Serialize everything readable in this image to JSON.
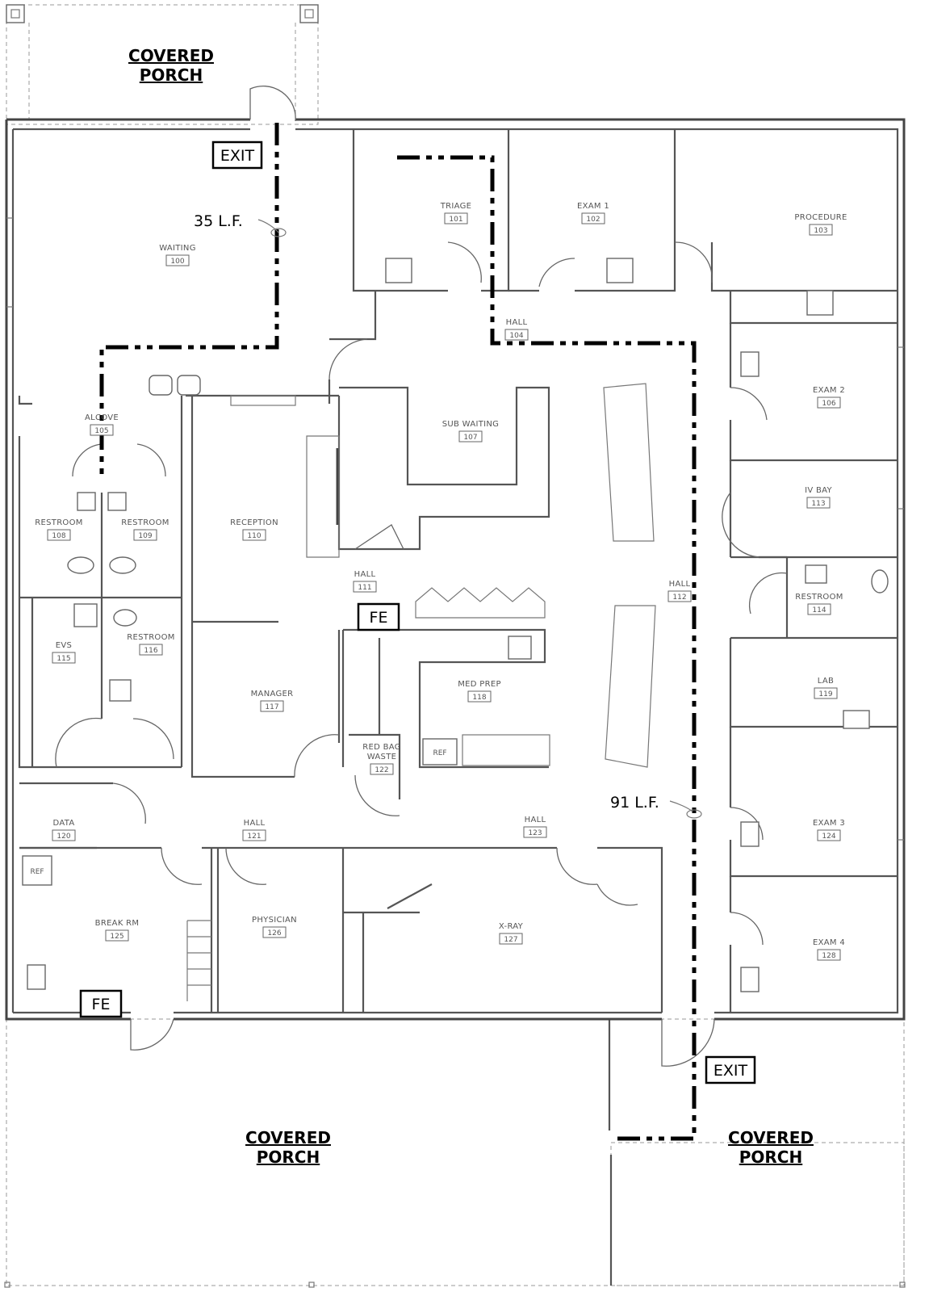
{
  "rooms": {
    "waiting": {
      "name": "WAITING",
      "num": "100"
    },
    "triage": {
      "name": "TRIAGE",
      "num": "101"
    },
    "exam1": {
      "name": "EXAM 1",
      "num": "102"
    },
    "procedure": {
      "name": "PROCEDURE",
      "num": "103"
    },
    "hall104": {
      "name": "HALL",
      "num": "104"
    },
    "alcove": {
      "name": "ALCOVE",
      "num": "105"
    },
    "exam2": {
      "name": "EXAM 2",
      "num": "106"
    },
    "subwaiting": {
      "name": "SUB WAITING",
      "num": "107"
    },
    "restroom108": {
      "name": "RESTROOM",
      "num": "108"
    },
    "restroom109": {
      "name": "RESTROOM",
      "num": "109"
    },
    "reception": {
      "name": "RECEPTION",
      "num": "110"
    },
    "hall111": {
      "name": "HALL",
      "num": "111"
    },
    "hall112": {
      "name": "HALL",
      "num": "112"
    },
    "ivbay": {
      "name": "IV BAY",
      "num": "113"
    },
    "restroom114": {
      "name": "RESTROOM",
      "num": "114"
    },
    "evs": {
      "name": "EVS",
      "num": "115"
    },
    "restroom116": {
      "name": "RESTROOM",
      "num": "116"
    },
    "manager": {
      "name": "MANAGER",
      "num": "117"
    },
    "medprep": {
      "name": "MED PREP",
      "num": "118"
    },
    "lab": {
      "name": "LAB",
      "num": "119"
    },
    "data": {
      "name": "DATA",
      "num": "120"
    },
    "hall121": {
      "name": "HALL",
      "num": "121"
    },
    "redbag": {
      "name": "RED BAG",
      "name2": "WASTE",
      "num": "122"
    },
    "hall123": {
      "name": "HALL",
      "num": "123"
    },
    "exam3": {
      "name": "EXAM 3",
      "num": "124"
    },
    "breakrm": {
      "name": "BREAK RM",
      "num": "125"
    },
    "physician": {
      "name": "PHYSICIAN",
      "num": "126"
    },
    "xray": {
      "name": "X-RAY",
      "num": "127"
    },
    "exam4": {
      "name": "EXAM 4",
      "num": "128"
    }
  },
  "porches": {
    "north": {
      "line1": "COVERED",
      "line2": "PORCH"
    },
    "southwest": {
      "line1": "COVERED",
      "line2": "PORCH"
    },
    "southeast": {
      "line1": "COVERED",
      "line2": "PORCH"
    }
  },
  "tags": {
    "exit_top": "EXIT",
    "exit_bottom": "EXIT",
    "fe_center": "FE",
    "fe_breakroom": "FE"
  },
  "dimensions": {
    "path_a": "35 L.F.",
    "path_b": "91 L.F."
  },
  "fixture_labels": {
    "ref_breakroom": "REF",
    "ref_medprep": "REF"
  }
}
